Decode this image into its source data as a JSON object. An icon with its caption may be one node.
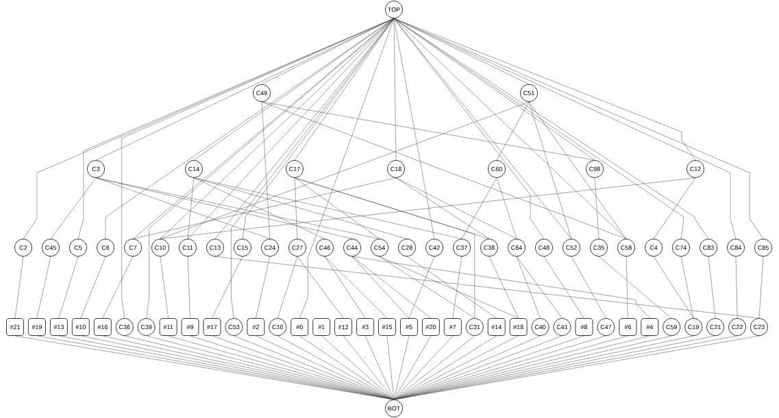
{
  "diagram": {
    "nodes": [
      {
        "text": [
          "TOP"
        ]
      },
      {
        "text": [
          "C49"
        ]
      },
      {
        "text": [
          "C51"
        ]
      },
      {
        "text": [
          "C3"
        ]
      },
      {
        "text": [
          "C14"
        ]
      },
      {
        "text": [
          "C17"
        ]
      },
      {
        "text": [
          "C18"
        ]
      },
      {
        "text": [
          "C60"
        ]
      },
      {
        "text": [
          "C98"
        ]
      },
      {
        "text": [
          "C12"
        ]
      },
      {
        "text": [
          "C2"
        ]
      },
      {
        "text": [
          "C45"
        ]
      },
      {
        "text": [
          "C5"
        ]
      },
      {
        "text": [
          "C6"
        ]
      },
      {
        "text": [
          "C7"
        ]
      },
      {
        "text": [
          "C10"
        ]
      },
      {
        "text": [
          "C11"
        ]
      },
      {
        "text": [
          "C13"
        ]
      },
      {
        "text": [
          "C15"
        ]
      },
      {
        "text": [
          "C24"
        ]
      },
      {
        "text": [
          "C27"
        ]
      },
      {
        "text": [
          "C46"
        ]
      },
      {
        "text": [
          "C44"
        ]
      },
      {
        "text": [
          "C54"
        ]
      },
      {
        "text": [
          "C28"
        ]
      },
      {
        "text": [
          "C42"
        ]
      },
      {
        "text": [
          "C37"
        ]
      },
      {
        "text": [
          "C38"
        ]
      },
      {
        "text": [
          "C64"
        ]
      },
      {
        "text": [
          "C48"
        ]
      },
      {
        "text": [
          "C52"
        ]
      },
      {
        "text": [
          "C35"
        ]
      },
      {
        "text": [
          "C58"
        ]
      },
      {
        "text": [
          "C4"
        ]
      },
      {
        "text": [
          "C74"
        ]
      },
      {
        "text": [
          "C83"
        ]
      },
      {
        "text": [
          "C84"
        ]
      },
      {
        "text": [
          "C85"
        ]
      },
      {
        "text": [
          "#21"
        ]
      },
      {
        "text": [
          "#19"
        ]
      },
      {
        "text": [
          "#13"
        ]
      },
      {
        "text": [
          "#10"
        ]
      },
      {
        "text": [
          "#16"
        ]
      },
      {
        "text": [
          "C36"
        ]
      },
      {
        "text": [
          "C39"
        ]
      },
      {
        "text": [
          "#11"
        ]
      },
      {
        "text": [
          "#9"
        ]
      },
      {
        "text": [
          "#17"
        ]
      },
      {
        "text": [
          "C53"
        ]
      },
      {
        "text": [
          "#2"
        ]
      },
      {
        "text": [
          "C10"
        ]
      },
      {
        "text": [
          "#0"
        ]
      },
      {
        "text": [
          "#1"
        ]
      },
      {
        "text": [
          "#12"
        ]
      },
      {
        "text": [
          "#3"
        ]
      },
      {
        "text": [
          "#15"
        ]
      },
      {
        "text": [
          "#5"
        ]
      },
      {
        "text": [
          "#20"
        ]
      },
      {
        "text": [
          "#7"
        ]
      },
      {
        "text": [
          "C31"
        ]
      },
      {
        "text": [
          "#14"
        ]
      },
      {
        "text": [
          "#18"
        ]
      },
      {
        "text": [
          "C40"
        ]
      },
      {
        "text": [
          "C41"
        ]
      },
      {
        "text": [
          "#8"
        ]
      },
      {
        "text": [
          "C47"
        ]
      },
      {
        "text": [
          "#6"
        ]
      },
      {
        "text": [
          "#4"
        ]
      },
      {
        "text": [
          "C59"
        ]
      },
      {
        "text": [
          "C19"
        ]
      },
      {
        "text": [
          "C21"
        ]
      },
      {
        "text": [
          "C22"
        ]
      },
      {
        "text": [
          "C23"
        ]
      },
      {
        "text": [
          "BOT"
        ]
      }
    ],
    "edges": [
      {
        "from": 0,
        "to": 1,
        "arrow": "none"
      },
      {
        "from": 0,
        "to": 2,
        "arrow": "none"
      },
      {
        "from": 0,
        "to": 3,
        "arrow": "none"
      },
      {
        "from": 0,
        "to": 4,
        "arrow": "none"
      },
      {
        "from": 0,
        "to": 5,
        "arrow": "none"
      },
      {
        "from": 0,
        "to": 6,
        "arrow": "none"
      },
      {
        "from": 0,
        "to": 8,
        "arrow": "none"
      },
      {
        "from": 0,
        "to": 9,
        "arrow": "none"
      },
      {
        "from": 0,
        "to": 10,
        "arrow": "none"
      },
      {
        "from": 0,
        "to": 12,
        "arrow": "none"
      },
      {
        "from": 0,
        "to": 13,
        "arrow": "none"
      },
      {
        "from": 0,
        "to": 14,
        "arrow": "none"
      },
      {
        "from": 0,
        "to": 15,
        "arrow": "none"
      },
      {
        "from": 0,
        "to": 16,
        "arrow": "none"
      },
      {
        "from": 0,
        "to": 17,
        "arrow": "none"
      },
      {
        "from": 0,
        "to": 18,
        "arrow": "none"
      },
      {
        "from": 0,
        "to": 25,
        "arrow": "none"
      },
      {
        "from": 0,
        "to": 29,
        "arrow": "none"
      },
      {
        "from": 0,
        "to": 30,
        "arrow": "none"
      },
      {
        "from": 0,
        "to": 32,
        "arrow": "none"
      },
      {
        "from": 0,
        "to": 34,
        "arrow": "none"
      },
      {
        "from": 0,
        "to": 35,
        "arrow": "none"
      },
      {
        "from": 0,
        "to": 36,
        "arrow": "none"
      },
      {
        "from": 0,
        "to": 37,
        "arrow": "none"
      },
      {
        "from": 0,
        "to": 43,
        "arrow": "none"
      },
      {
        "from": 0,
        "to": 44,
        "arrow": "none"
      },
      {
        "from": 0,
        "to": 48,
        "arrow": "none"
      },
      {
        "from": 0,
        "to": 51,
        "arrow": "none"
      },
      {
        "from": 1,
        "to": 8,
        "arrow": "none"
      },
      {
        "from": 1,
        "to": 19,
        "arrow": "none"
      },
      {
        "from": 1,
        "to": 32,
        "arrow": "none"
      },
      {
        "from": 2,
        "to": 7,
        "arrow": "none"
      },
      {
        "from": 2,
        "to": 15,
        "arrow": "none"
      },
      {
        "from": 2,
        "to": 30,
        "arrow": "none"
      },
      {
        "from": 2,
        "to": 32,
        "arrow": "none"
      },
      {
        "from": 3,
        "to": 11,
        "arrow": "none"
      },
      {
        "from": 3,
        "to": 19,
        "arrow": "none"
      },
      {
        "from": 3,
        "to": 22,
        "arrow": "none"
      },
      {
        "from": 3,
        "to": 23,
        "arrow": "none"
      },
      {
        "from": 4,
        "to": 16,
        "arrow": "none"
      },
      {
        "from": 4,
        "to": 21,
        "arrow": "none"
      },
      {
        "from": 4,
        "to": 24,
        "arrow": "none"
      },
      {
        "from": 4,
        "to": 26,
        "arrow": "none"
      },
      {
        "from": 5,
        "to": 20,
        "arrow": "none"
      },
      {
        "from": 5,
        "to": 23,
        "arrow": "none"
      },
      {
        "from": 5,
        "to": 27,
        "arrow": "none"
      },
      {
        "from": 5,
        "to": 59,
        "arrow": "none"
      },
      {
        "from": 6,
        "to": 14,
        "arrow": "none"
      },
      {
        "from": 6,
        "to": 27,
        "arrow": "none"
      },
      {
        "from": 6,
        "to": 28,
        "arrow": "none"
      },
      {
        "from": 7,
        "to": 26,
        "arrow": "none"
      },
      {
        "from": 7,
        "to": 28,
        "arrow": "none"
      },
      {
        "from": 8,
        "to": 31,
        "arrow": "none"
      },
      {
        "from": 9,
        "to": 33,
        "arrow": "none"
      },
      {
        "from": 9,
        "to": 15,
        "arrow": "none"
      },
      {
        "from": 10,
        "to": 38,
        "arrow": "none"
      },
      {
        "from": 11,
        "to": 39,
        "arrow": "none"
      },
      {
        "from": 12,
        "to": 40,
        "arrow": "none"
      },
      {
        "from": 13,
        "to": 41,
        "arrow": "none"
      },
      {
        "from": 14,
        "to": 42,
        "arrow": "none"
      },
      {
        "from": 15,
        "to": 45,
        "arrow": "none"
      },
      {
        "from": 16,
        "to": 46,
        "arrow": "none"
      },
      {
        "from": 17,
        "to": 72,
        "arrow": "none"
      },
      {
        "from": 18,
        "to": 47,
        "arrow": "none"
      },
      {
        "from": 19,
        "to": 49,
        "arrow": "none"
      },
      {
        "from": 20,
        "to": 50,
        "arrow": "none"
      },
      {
        "from": 20,
        "to": 53,
        "arrow": "none"
      },
      {
        "from": 21,
        "to": 54,
        "arrow": "none"
      },
      {
        "from": 21,
        "to": 55,
        "arrow": "none"
      },
      {
        "from": 22,
        "to": 56,
        "arrow": "none"
      },
      {
        "from": 22,
        "to": 57,
        "arrow": "none"
      },
      {
        "from": 22,
        "to": 67,
        "arrow": "none"
      },
      {
        "from": 23,
        "to": 59,
        "arrow": "none"
      },
      {
        "from": 23,
        "to": 61,
        "arrow": "none"
      },
      {
        "from": 24,
        "to": 60,
        "arrow": "none"
      },
      {
        "from": 25,
        "to": 56,
        "arrow": "none"
      },
      {
        "from": 26,
        "to": 58,
        "arrow": "none"
      },
      {
        "from": 27,
        "to": 61,
        "arrow": "none"
      },
      {
        "from": 28,
        "to": 62,
        "arrow": "none"
      },
      {
        "from": 28,
        "to": 63,
        "arrow": "none"
      },
      {
        "from": 29,
        "to": 64,
        "arrow": "none"
      },
      {
        "from": 30,
        "to": 65,
        "arrow": "none"
      },
      {
        "from": 31,
        "to": 68,
        "arrow": "none"
      },
      {
        "from": 32,
        "to": 66,
        "arrow": "none"
      },
      {
        "from": 33,
        "to": 69,
        "arrow": "none"
      },
      {
        "from": 34,
        "to": 69,
        "arrow": "none"
      },
      {
        "from": 35,
        "to": 70,
        "arrow": "none"
      },
      {
        "from": 36,
        "to": 71,
        "arrow": "none"
      },
      {
        "from": 37,
        "to": 72,
        "arrow": "none"
      },
      {
        "from": 38,
        "to": 73,
        "arrow": "none"
      },
      {
        "from": 39,
        "to": 73,
        "arrow": "none"
      },
      {
        "from": 40,
        "to": 73,
        "arrow": "none"
      },
      {
        "from": 41,
        "to": 73,
        "arrow": "none"
      },
      {
        "from": 42,
        "to": 73,
        "arrow": "none"
      },
      {
        "from": 43,
        "to": 73,
        "arrow": "none"
      },
      {
        "from": 44,
        "to": 73,
        "arrow": "none"
      },
      {
        "from": 45,
        "to": 73,
        "arrow": "none"
      },
      {
        "from": 46,
        "to": 73,
        "arrow": "none"
      },
      {
        "from": 47,
        "to": 73,
        "arrow": "none"
      },
      {
        "from": 48,
        "to": 73,
        "arrow": "none"
      },
      {
        "from": 49,
        "to": 73,
        "arrow": "none"
      },
      {
        "from": 50,
        "to": 73,
        "arrow": "none"
      },
      {
        "from": 51,
        "to": 73,
        "arrow": "none"
      },
      {
        "from": 52,
        "to": 73,
        "arrow": "none"
      },
      {
        "from": 53,
        "to": 73,
        "arrow": "none"
      },
      {
        "from": 54,
        "to": 73,
        "arrow": "none"
      },
      {
        "from": 55,
        "to": 73,
        "arrow": "none"
      },
      {
        "from": 56,
        "to": 73,
        "arrow": "none"
      },
      {
        "from": 57,
        "to": 73,
        "arrow": "none"
      },
      {
        "from": 58,
        "to": 73,
        "arrow": "none"
      },
      {
        "from": 59,
        "to": 73,
        "arrow": "none"
      },
      {
        "from": 60,
        "to": 73,
        "arrow": "none"
      },
      {
        "from": 61,
        "to": 73,
        "arrow": "none"
      },
      {
        "from": 62,
        "to": 73,
        "arrow": "none"
      },
      {
        "from": 63,
        "to": 73,
        "arrow": "none"
      },
      {
        "from": 64,
        "to": 73,
        "arrow": "none"
      },
      {
        "from": 65,
        "to": 73,
        "arrow": "none"
      },
      {
        "from": 66,
        "to": 73,
        "arrow": "none"
      },
      {
        "from": 67,
        "to": 73,
        "arrow": "none"
      },
      {
        "from": 68,
        "to": 73,
        "arrow": "none"
      },
      {
        "from": 69,
        "to": 73,
        "arrow": "none"
      },
      {
        "from": 70,
        "to": 73,
        "arrow": "none"
      },
      {
        "from": 71,
        "to": 73,
        "arrow": "none"
      },
      {
        "from": 72,
        "to": 73,
        "arrow": "none"
      }
    ]
  }
}
